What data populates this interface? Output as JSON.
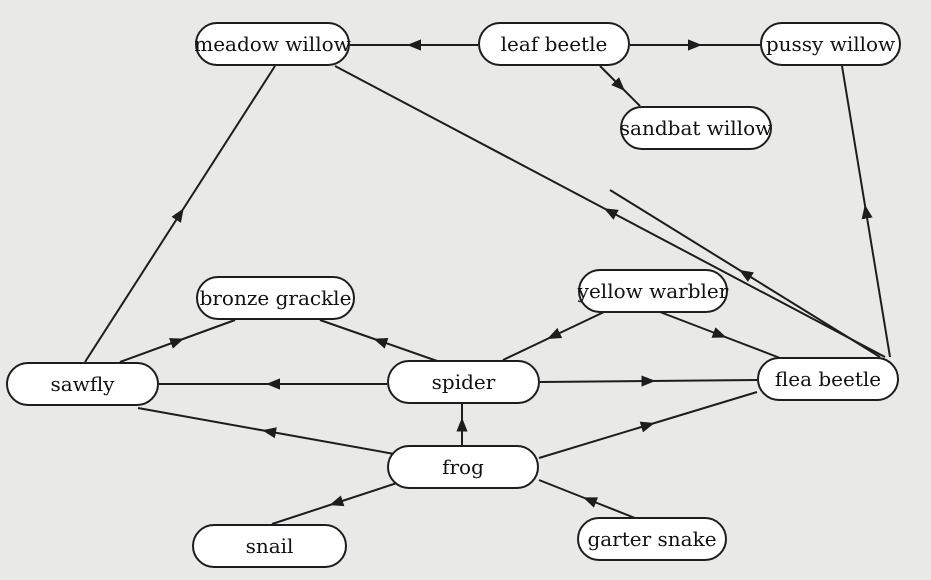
{
  "nodes": {
    "meadow_willow": "meadow willow",
    "leaf_beetle": "leaf beetle",
    "pussy_willow": "pussy willow",
    "sandbat_willow": "sandbat willow",
    "bronze_grackle": "bronze grackle",
    "yellow_warbler": "yellow warbler",
    "sawfly": "sawfly",
    "spider": "spider",
    "flea_beetle": "flea beetle",
    "frog": "frog",
    "snail": "snail",
    "garter_snake": "garter snake"
  },
  "edges": [
    {
      "from": "leaf_beetle",
      "to": "meadow_willow"
    },
    {
      "from": "leaf_beetle",
      "to": "pussy_willow"
    },
    {
      "from": "leaf_beetle",
      "to": "sandbat_willow"
    },
    {
      "from": "flea_beetle",
      "to": "meadow_willow"
    },
    {
      "from": "flea_beetle",
      "to": "pussy_willow"
    },
    {
      "from": "flea_beetle",
      "to": "sandbat_willow"
    },
    {
      "from": "sawfly",
      "to": "meadow_willow"
    },
    {
      "from": "sawfly",
      "to": "bronze_grackle"
    },
    {
      "from": "spider",
      "to": "bronze_grackle"
    },
    {
      "from": "spider",
      "to": "sawfly"
    },
    {
      "from": "spider",
      "to": "flea_beetle"
    },
    {
      "from": "yellow_warbler",
      "to": "spider"
    },
    {
      "from": "yellow_warbler",
      "to": "flea_beetle"
    },
    {
      "from": "frog",
      "to": "spider"
    },
    {
      "from": "frog",
      "to": "sawfly"
    },
    {
      "from": "frog",
      "to": "flea_beetle"
    },
    {
      "from": "frog",
      "to": "snail"
    },
    {
      "from": "garter_snake",
      "to": "frog"
    }
  ]
}
